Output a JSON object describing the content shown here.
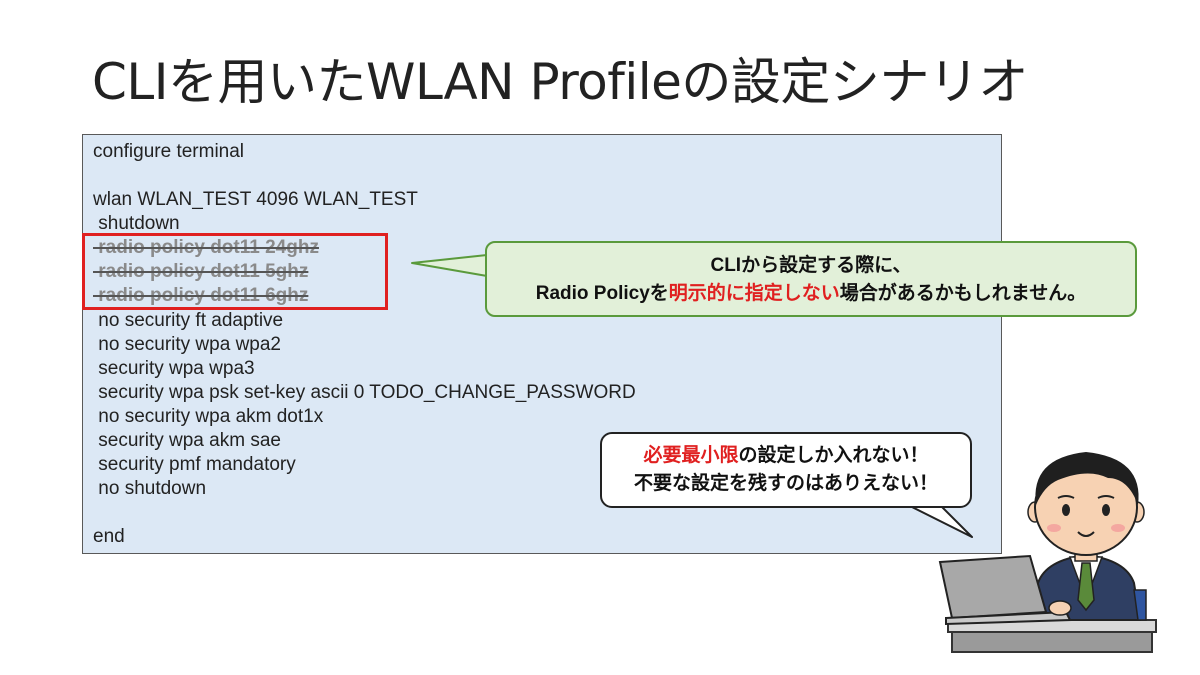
{
  "title": "CLIを用いたWLAN Profileの設定シナリオ",
  "code_lines": [
    "configure terminal",
    "wlan WLAN_TEST 4096 WLAN_TEST",
    " shutdown",
    " radio policy dot11 24ghz",
    " radio policy dot11 5ghz",
    " radio policy dot11 6ghz",
    " no security ft adaptive",
    " no security wpa wpa2",
    " security wpa wpa3",
    " security wpa psk set-key ascii 0 TODO_CHANGE_PASSWORD",
    " no security wpa akm dot1x",
    " security wpa akm sae",
    " security pmf mandatory",
    " no shutdown",
    "end"
  ],
  "callout_green": {
    "line1": "CLIから設定する際に、",
    "line2_pre": "Radio Policyを",
    "line2_red": "明示的に指定しない",
    "line2_post": "場合があるかもしれません。"
  },
  "callout_white": {
    "line1_red": "必要最小限",
    "line1_post": "の設定しか入れない！",
    "line2": "不要な設定を残すのはありえない！"
  },
  "colors": {
    "accent_red": "#e02020",
    "code_bg": "#dce8f5",
    "green_bg": "#e2f0d9",
    "green_border": "#5a9a3c"
  },
  "icons": [
    "businessman-laptop-illustration"
  ]
}
